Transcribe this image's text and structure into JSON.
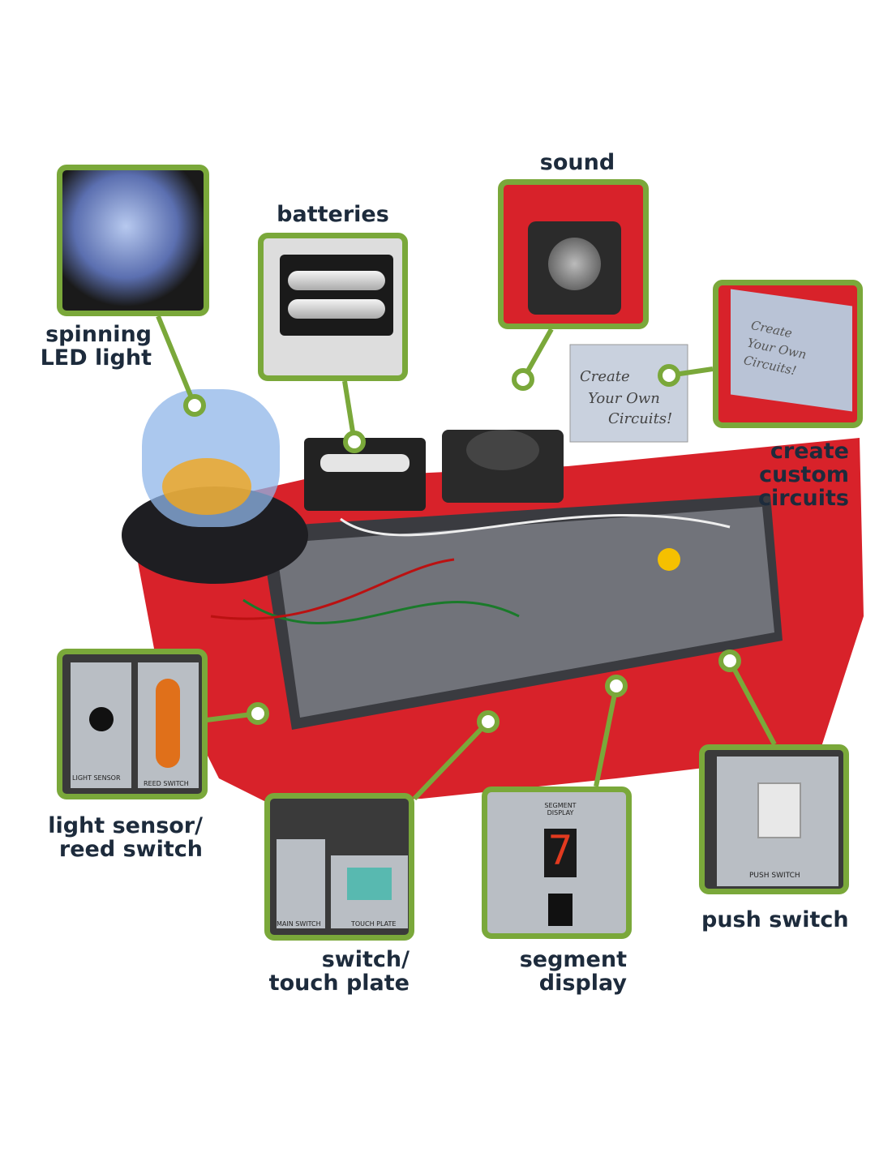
{
  "title": "Electronics circuit kit features",
  "colors": {
    "accent": "#7aa83a",
    "text": "#1d2b3c",
    "board": "#d8222a"
  },
  "callouts": {
    "spinning_led": {
      "label": "spinning\nLED light"
    },
    "batteries": {
      "label": "batteries"
    },
    "sound": {
      "label": "sound"
    },
    "create": {
      "label": "create\ncustom\ncircuits",
      "card_text": "Create\nYour Own\nCircuits!"
    },
    "light_sensor": {
      "label": "light sensor/\nreed switch",
      "inset_labels": [
        "LIGHT SENSOR",
        "REED SWITCH"
      ]
    },
    "switch_touch": {
      "label": "switch/\ntouch plate",
      "inset_labels": [
        "MAIN SWITCH",
        "TOUCH PLATE"
      ]
    },
    "segment": {
      "label": "segment\ndisplay",
      "inset_labels": [
        "SEGMENT DISPLAY"
      ],
      "digit": "7"
    },
    "push_switch": {
      "label": "push switch",
      "inset_labels": [
        "PUSH SWITCH"
      ]
    }
  }
}
